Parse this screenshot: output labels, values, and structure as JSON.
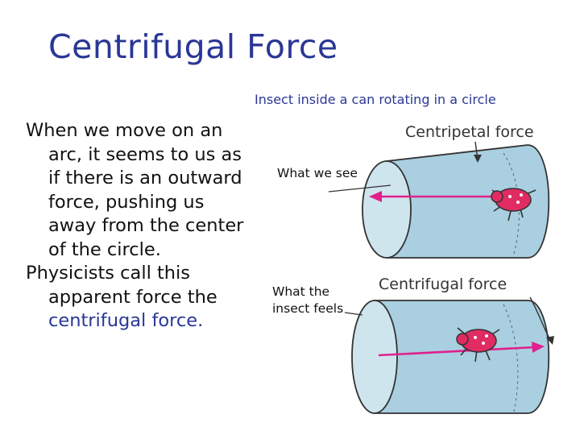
{
  "slide": {
    "title": "Centrifugal Force",
    "caption": "Insect inside a can rotating in a circle",
    "body_line1": "When we move on an arc, it seems to us as if there is an outward force, pushing us away from the center of the circle.",
    "body_line2_plain": "Physicists call this apparent force the",
    "body_line2_highlight": "centrifugal force.",
    "label_what_we_see": "What we see",
    "label_insect_feels_1": "What the",
    "label_insect_feels_2": "insect feels",
    "figure_top_label": "Centripetal force",
    "figure_bottom_label": "Centrifugal force"
  },
  "colors": {
    "title": "#2a3796",
    "can_fill": "#a9cfe0",
    "arrow": "#e0208c",
    "bug": "#e02b63"
  }
}
